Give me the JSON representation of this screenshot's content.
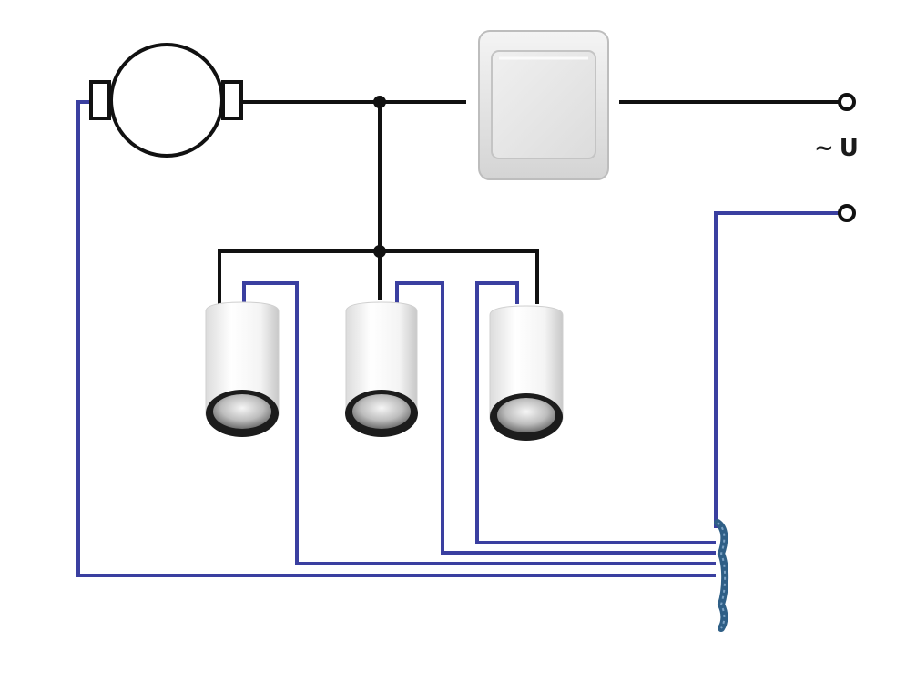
{
  "supply": {
    "tilde": "~",
    "label": "U"
  },
  "colors": {
    "phase_wire": "#111111",
    "neutral_wire": "#3a3fa0",
    "switch_frame": "#e6e6e6",
    "lamp_body": "#ffffff",
    "lamp_bezel": "#1c1c1c"
  },
  "components": [
    "motor-symbol",
    "wall-switch",
    "spotlight-1",
    "spotlight-2",
    "spotlight-3",
    "terminal-block",
    "supply-terminal-top",
    "supply-terminal-bottom"
  ]
}
